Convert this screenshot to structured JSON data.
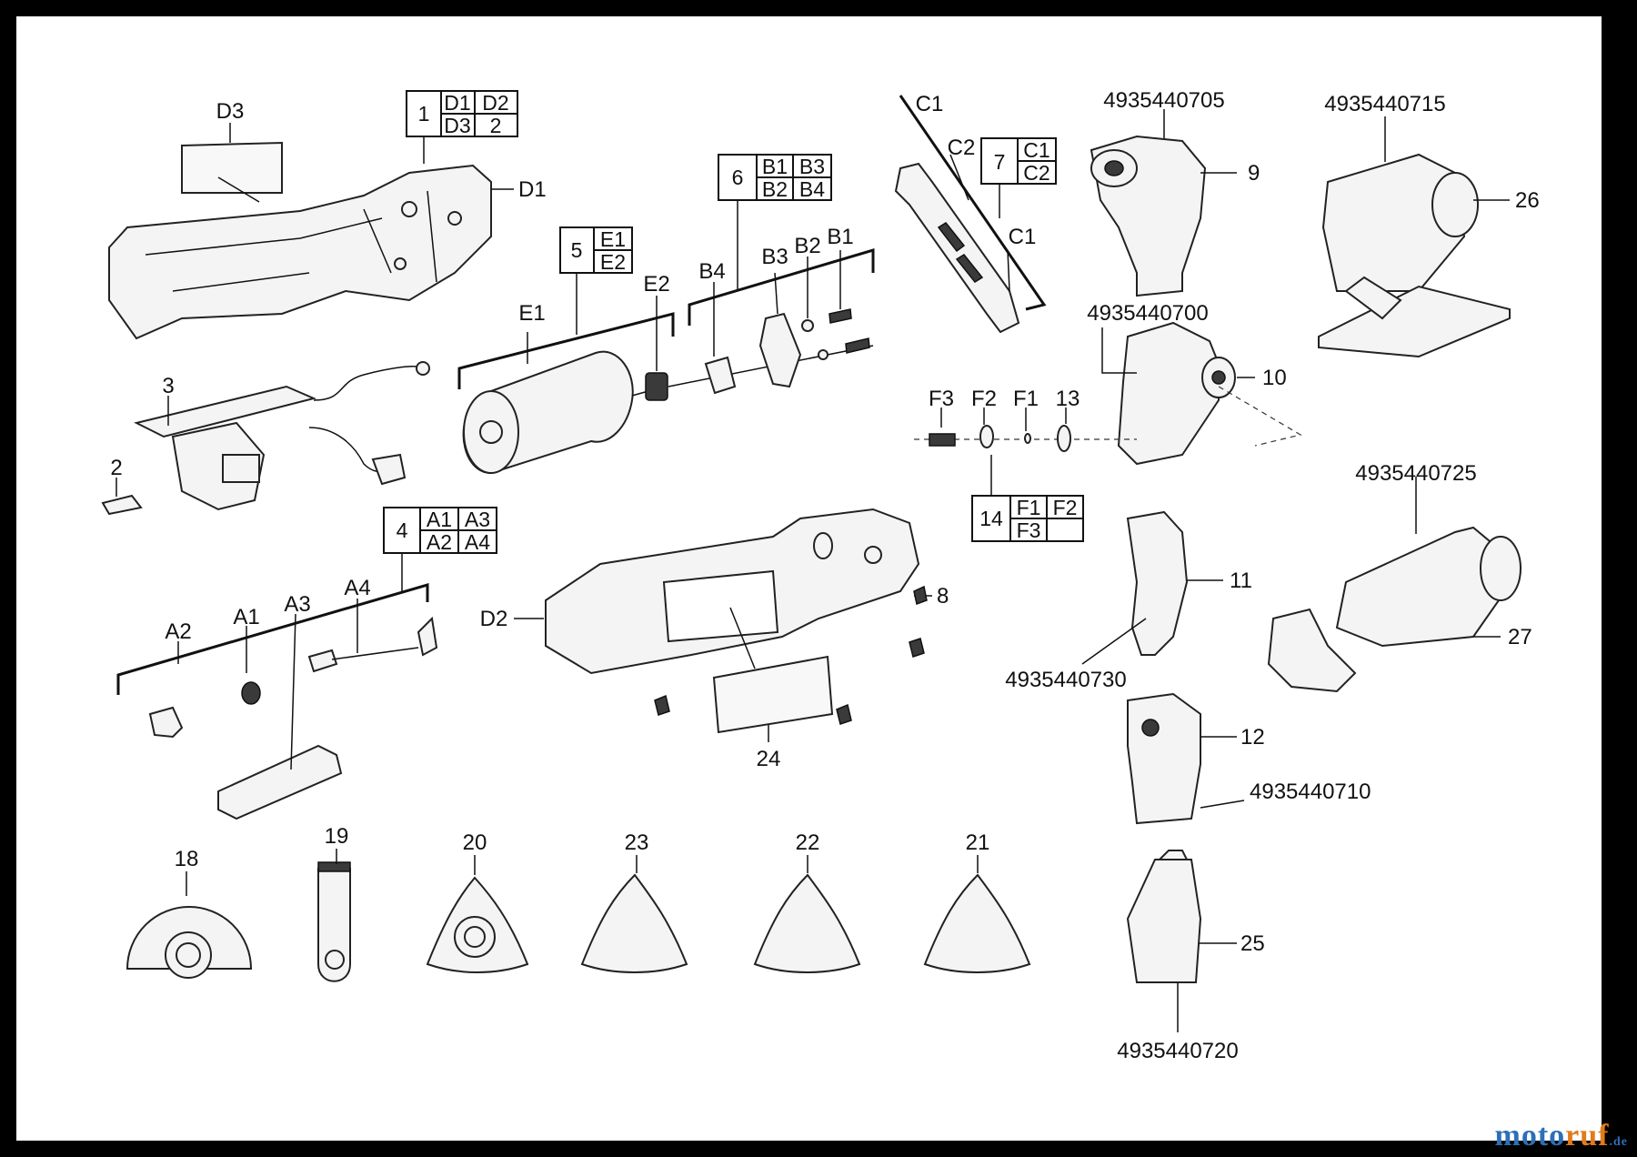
{
  "labels": {
    "d3_top": "D3",
    "d1": "D1",
    "n3": "3",
    "n2": "2",
    "e1": "E1",
    "e2": "E2",
    "b4": "B4",
    "b3": "B3",
    "b2": "B2",
    "b1": "B1",
    "c1_top": "C1",
    "c2": "C2",
    "c1_mid": "C1",
    "n9": "9",
    "n26": "26",
    "n10": "10",
    "f3": "F3",
    "f2": "F2",
    "f1": "F1",
    "n13": "13",
    "a2": "A2",
    "a1": "A1",
    "a3": "A3",
    "a4": "A4",
    "d2": "D2",
    "n8": "8",
    "n24": "24",
    "n11": "11",
    "n27": "27",
    "n12": "12",
    "n25": "25",
    "n18": "18",
    "n19": "19",
    "n20": "20",
    "n23": "23",
    "n22": "22",
    "n21": "21"
  },
  "part_numbers": {
    "pn_705": "4935440705",
    "pn_715": "4935440715",
    "pn_700": "4935440700",
    "pn_725": "4935440725",
    "pn_730": "4935440730",
    "pn_710": "4935440710",
    "pn_720": "4935440720"
  },
  "kit_boxes": {
    "kit1": {
      "num": "1",
      "c1": "D1",
      "c2": "D2",
      "c3": "D3",
      "c4": "2"
    },
    "kit5": {
      "num": "5",
      "c1": "E1",
      "c2": "E2"
    },
    "kit6": {
      "num": "6",
      "c1": "B1",
      "c2": "B3",
      "c3": "B2",
      "c4": "B4"
    },
    "kit7": {
      "num": "7",
      "c1": "C1",
      "c2": "C2"
    },
    "kit4": {
      "num": "4",
      "c1": "A1",
      "c2": "A3",
      "c3": "A2",
      "c4": "A4"
    },
    "kit14": {
      "num": "14",
      "c1": "F1",
      "c2": "F2",
      "c3": "F3",
      "c4": ""
    }
  },
  "watermark": {
    "part1": "moto",
    "part2": "ruf",
    "part3": ".de"
  },
  "colors": {
    "watermark_blue": "#2d6fb7",
    "watermark_orange": "#e07b1c"
  }
}
